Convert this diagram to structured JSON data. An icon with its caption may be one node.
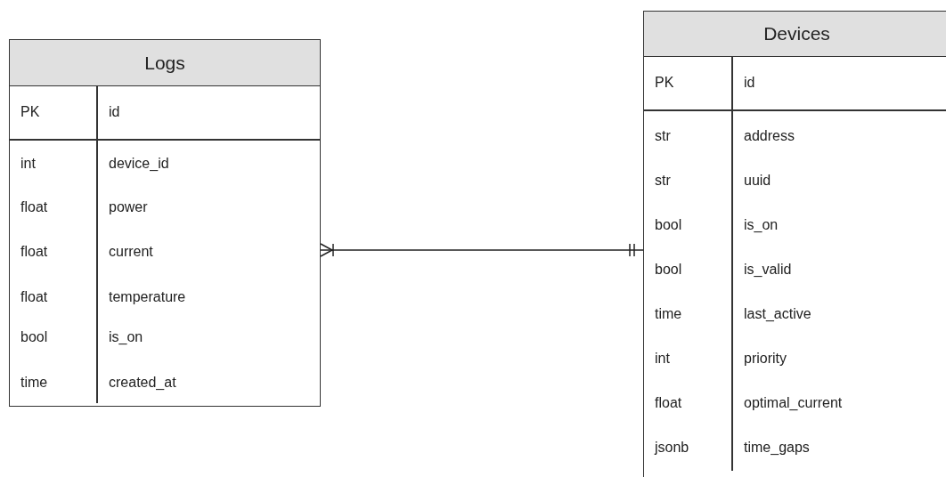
{
  "diagram": {
    "nodes": [
      {
        "text": [
          "Logs",
          "PK",
          "id",
          "int",
          "device_id",
          "float",
          "power",
          "float",
          "current",
          "float",
          "temperature",
          "bool",
          "is_on",
          "time",
          "created_at"
        ]
      },
      {
        "text": [
          "Devices",
          "PK",
          "id",
          "str",
          "address",
          "str",
          "uuid",
          "bool",
          "is_on",
          "bool",
          "is_valid",
          "time",
          "last_active",
          "int",
          "priority",
          "float",
          "optimal_current",
          "jsonb",
          "time_gaps"
        ]
      }
    ],
    "edges": [
      {
        "from": 0,
        "to": 1,
        "arrow": "other"
      }
    ]
  }
}
